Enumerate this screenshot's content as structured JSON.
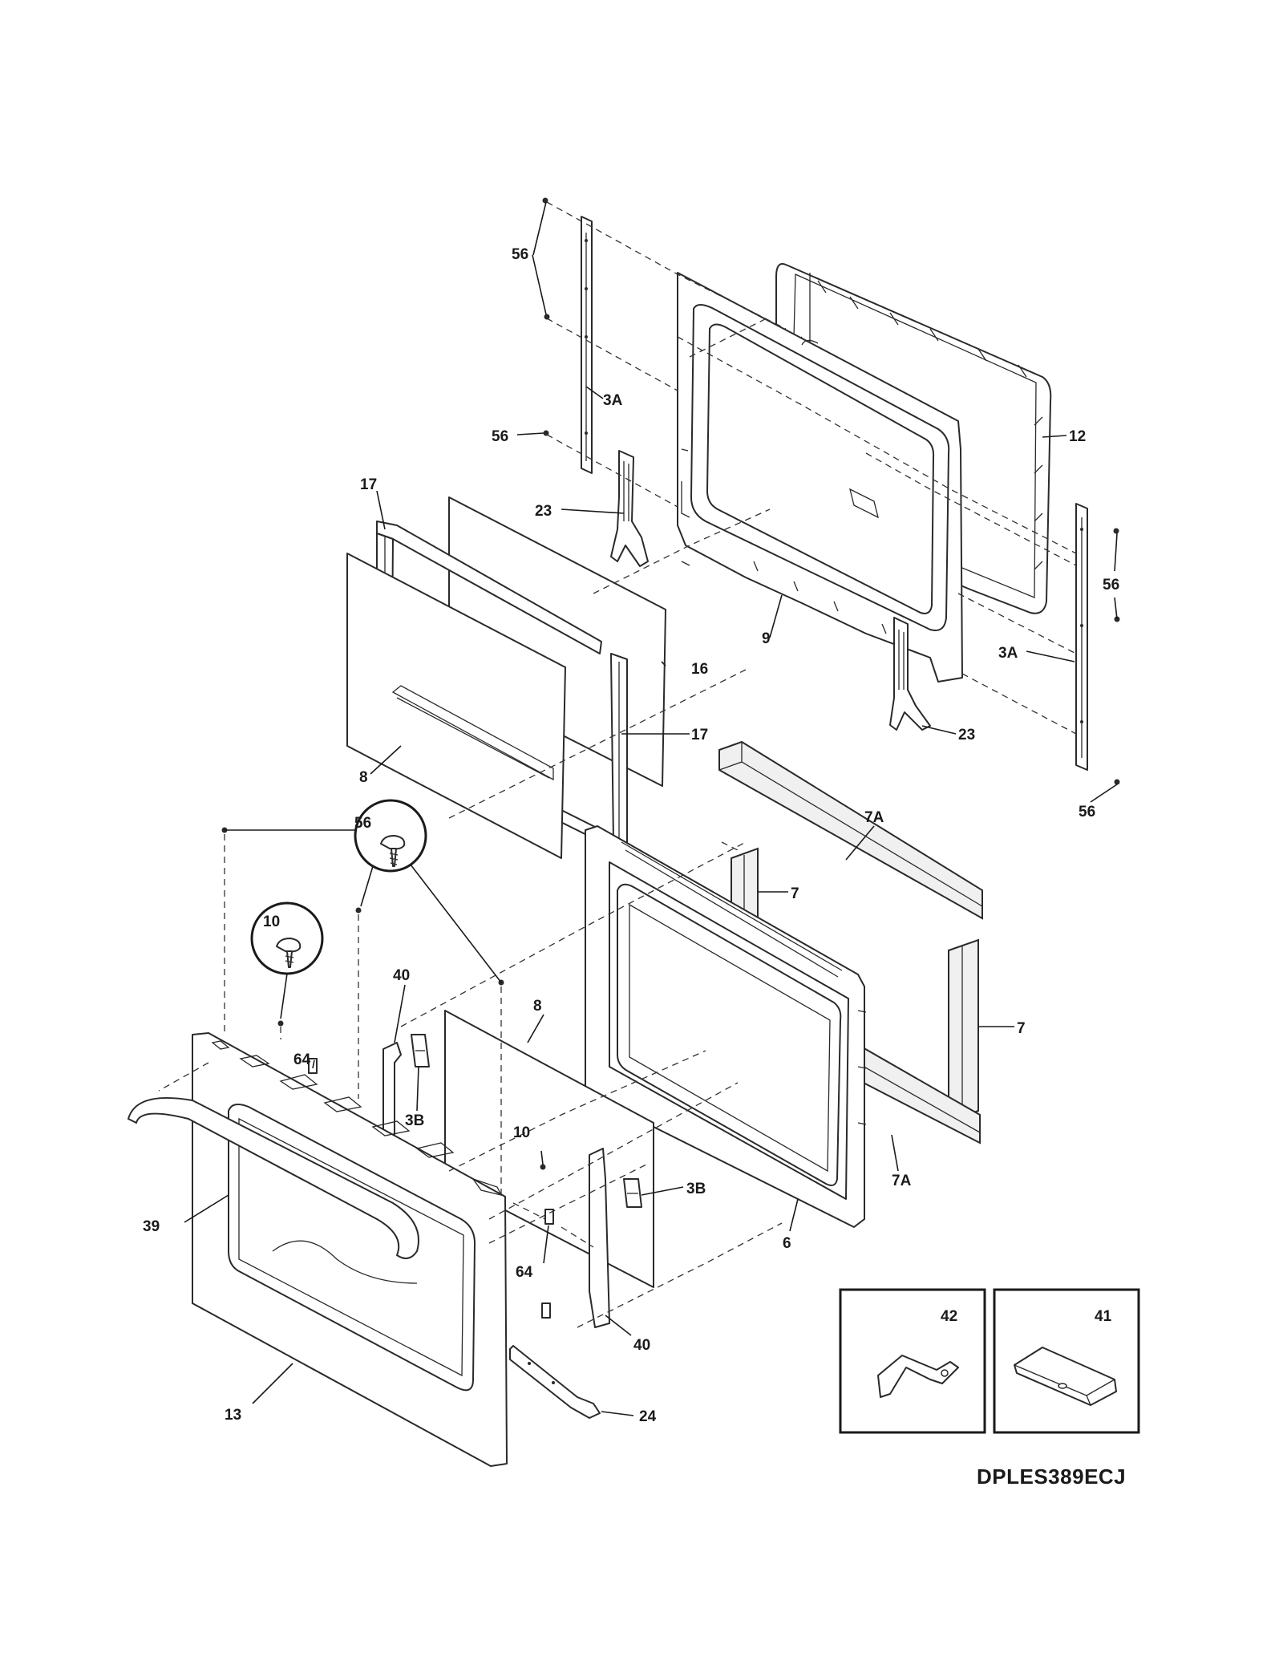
{
  "model_code": "DPLES389ECJ",
  "callouts": {
    "c56_a": "56",
    "c3a_a": "3A",
    "c56_b": "56",
    "c12": "12",
    "c17_a": "17",
    "c23_a": "23",
    "c56_c": "56",
    "c16": "16",
    "c9": "9",
    "c3a_b": "3A",
    "c17_b": "17",
    "c8_a": "8",
    "c23_b": "23",
    "c56_d": "56",
    "c7a_a": "7A",
    "c56_e": "56",
    "c7_a": "7",
    "c10_a": "10",
    "c40_a": "40",
    "c8_b": "8",
    "c7_b": "7",
    "c64_a": "64",
    "c3b_a": "3B",
    "c10_b": "10",
    "c3b_b": "3B",
    "c7a_b": "7A",
    "c39": "39",
    "c64_b": "64",
    "c6": "6",
    "c40_b": "40",
    "c42": "42",
    "c41": "41",
    "c13": "13",
    "c24": "24"
  }
}
